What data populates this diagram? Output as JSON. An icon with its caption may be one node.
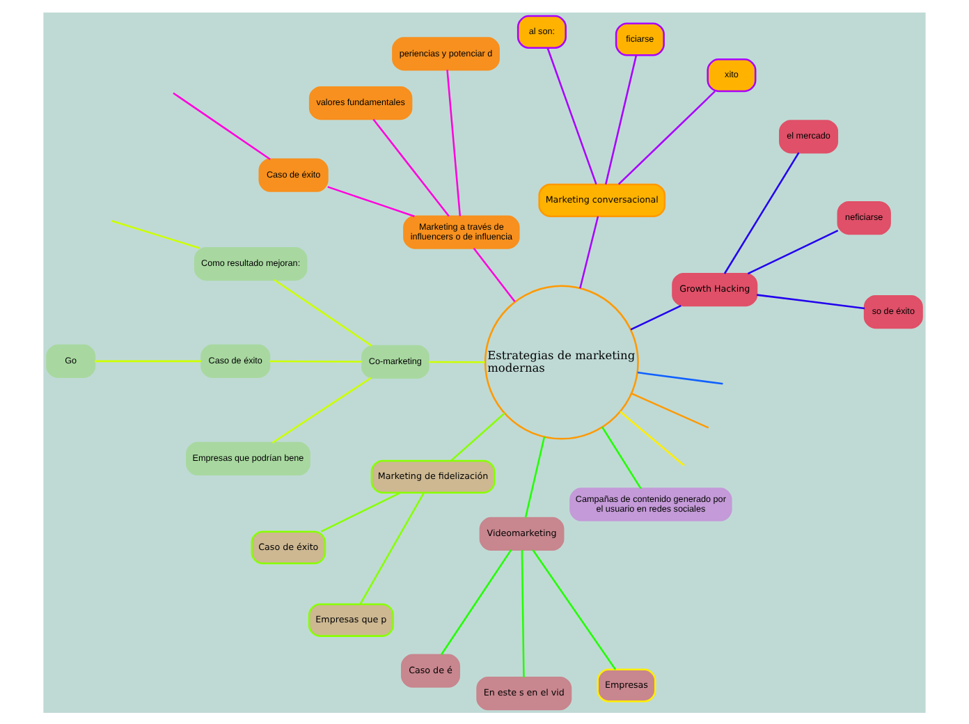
{
  "diagram": {
    "nodes": [
      {
        "text": [
          "Estrategias de marketing modernas"
        ]
      },
      {
        "text": [
          "Growth Hacking"
        ]
      },
      {
        "text": [
          "so de éxito"
        ]
      },
      {
        "text": [
          "neficiarse"
        ]
      },
      {
        "text": [
          "el mercado"
        ]
      },
      {
        "text": [
          "Marketing conversacional"
        ]
      },
      {
        "text": [
          "xito"
        ]
      },
      {
        "text": [
          "ficiarse"
        ]
      },
      {
        "text": [
          "al son:"
        ]
      },
      {
        "text": [
          "Marketing a través de influencers o de influencia"
        ]
      },
      {
        "text": [
          "periencias y potenciar d"
        ]
      },
      {
        "text": [
          "valores fundamentales"
        ]
      },
      {
        "text": [
          "Caso de éxito"
        ]
      },
      {
        "text": [
          "Co-marketing"
        ]
      },
      {
        "text": [
          "Como resultado mejoran:"
        ]
      },
      {
        "text": [
          "Caso de éxito"
        ]
      },
      {
        "text": [
          "Go"
        ]
      },
      {
        "text": [
          "Empresas que podrían bene"
        ]
      },
      {
        "text": [
          "Marketing de fidelización"
        ]
      },
      {
        "text": [
          "Caso de éxito"
        ]
      },
      {
        "text": [
          "Empresas que p"
        ]
      },
      {
        "text": [
          "Videomarketing"
        ]
      },
      {
        "text": [
          "Caso de é"
        ]
      },
      {
        "text": [
          "En este s en el vid"
        ]
      },
      {
        "text": [
          "Empresas"
        ]
      },
      {
        "text": [
          "Campañas de contenido generado por el usuario en redes sociales"
        ]
      }
    ],
    "edges": [
      {
        "from": 0,
        "to": null,
        "arrow": "none",
        "color": "#1060ff"
      },
      {
        "from": 0,
        "to": null,
        "arrow": "none",
        "color": "#ff9900"
      },
      {
        "from": 0,
        "to": null,
        "arrow": "none",
        "color": "#ffee00"
      },
      {
        "from": 0,
        "to": 1,
        "arrow": "none",
        "color": "#2200ee"
      },
      {
        "from": 1,
        "to": 2,
        "arrow": "none",
        "color": "#2200ee"
      },
      {
        "from": 1,
        "to": 3,
        "arrow": "none",
        "color": "#2200ee"
      },
      {
        "from": 1,
        "to": 4,
        "arrow": "none",
        "color": "#2200ee"
      },
      {
        "from": 0,
        "to": 5,
        "arrow": "none",
        "color": "#aa00ff"
      },
      {
        "from": 5,
        "to": 6,
        "arrow": "none",
        "color": "#aa00ff"
      },
      {
        "from": 5,
        "to": 7,
        "arrow": "none",
        "color": "#aa00ff"
      },
      {
        "from": 5,
        "to": 8,
        "arrow": "none",
        "color": "#aa00ff"
      },
      {
        "from": 0,
        "to": 9,
        "arrow": "none",
        "color": "#ff00dd"
      },
      {
        "from": 9,
        "to": 10,
        "arrow": "none",
        "color": "#ff00dd"
      },
      {
        "from": 9,
        "to": 11,
        "arrow": "none",
        "color": "#ff00dd"
      },
      {
        "from": 9,
        "to": 12,
        "arrow": "none",
        "color": "#ff00dd"
      },
      {
        "from": 12,
        "to": null,
        "arrow": "none",
        "color": "#ff00dd"
      },
      {
        "from": 0,
        "to": 13,
        "arrow": "none",
        "color": "#ccff00"
      },
      {
        "from": 13,
        "to": 14,
        "arrow": "none",
        "color": "#ccff00"
      },
      {
        "from": 13,
        "to": 15,
        "arrow": "none",
        "color": "#ccff00"
      },
      {
        "from": 13,
        "to": 17,
        "arrow": "none",
        "color": "#ccff00"
      },
      {
        "from": 15,
        "to": 16,
        "arrow": "none",
        "color": "#ccff00"
      },
      {
        "from": 14,
        "to": null,
        "arrow": "none",
        "color": "#ccff00"
      },
      {
        "from": 0,
        "to": 18,
        "arrow": "none",
        "color": "#88ff00"
      },
      {
        "from": 18,
        "to": 19,
        "arrow": "none",
        "color": "#88ff00"
      },
      {
        "from": 18,
        "to": 20,
        "arrow": "none",
        "color": "#88ff00"
      },
      {
        "from": 0,
        "to": 21,
        "arrow": "none",
        "color": "#22ff00"
      },
      {
        "from": 21,
        "to": 22,
        "arrow": "none",
        "color": "#22ff00"
      },
      {
        "from": 21,
        "to": 23,
        "arrow": "none",
        "color": "#22ff00"
      },
      {
        "from": 21,
        "to": 24,
        "arrow": "none",
        "color": "#22ff00"
      },
      {
        "from": 0,
        "to": 25,
        "arrow": "none",
        "color": "#22ff00"
      }
    ]
  }
}
